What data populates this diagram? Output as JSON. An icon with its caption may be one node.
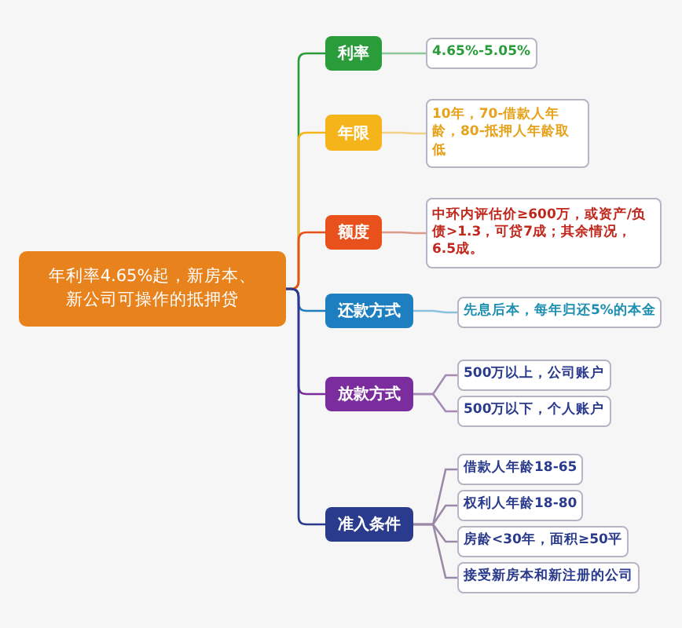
{
  "diagram": {
    "nodes": [
      {
        "text": [
          "年利率4.65%起，新房本、新公司可操作的抵押贷"
        ]
      },
      {
        "text": [
          "利率"
        ]
      },
      {
        "text": [
          "4.65%-5.05%"
        ]
      },
      {
        "text": [
          "年限"
        ]
      },
      {
        "text": [
          "10年，70-借款人年龄，80-抵押人年龄取低"
        ]
      },
      {
        "text": [
          "额度"
        ]
      },
      {
        "text": [
          "中环内评估价≥600万，或资产/负债>1.3，可贷7成；其余情况，6.5成。"
        ]
      },
      {
        "text": [
          "还款方式"
        ]
      },
      {
        "text": [
          "先息后本，每年归还5%的本金"
        ]
      },
      {
        "text": [
          "放款方式"
        ]
      },
      {
        "text": [
          "500万以上，公司账户"
        ]
      },
      {
        "text": [
          "500万以下，个人账户"
        ]
      },
      {
        "text": [
          "准入条件"
        ]
      },
      {
        "text": [
          "借款人年龄18-65"
        ]
      },
      {
        "text": [
          "权利人年龄18-80"
        ]
      },
      {
        "text": [
          "房龄<30年，面积≥50平"
        ]
      },
      {
        "text": [
          "接受新房本和新注册的公司"
        ]
      }
    ],
    "edges": [
      {
        "from": 0,
        "to": 1,
        "arrow": "none",
        "color": "#2a9d3a"
      },
      {
        "from": 0,
        "to": 3,
        "arrow": "none",
        "color": "#f4b41a"
      },
      {
        "from": 0,
        "to": 5,
        "arrow": "none",
        "color": "#e8501c"
      },
      {
        "from": 0,
        "to": 7,
        "arrow": "none",
        "color": "#1e7fc0"
      },
      {
        "from": 0,
        "to": 9,
        "arrow": "none",
        "color": "#7b2d9e"
      },
      {
        "from": 0,
        "to": 12,
        "arrow": "none",
        "color": "#2a3a8c"
      },
      {
        "from": 1,
        "to": 2,
        "arrow": "none",
        "color": "#8cc79a"
      },
      {
        "from": 3,
        "to": 4,
        "arrow": "none",
        "color": "#f2cf86"
      },
      {
        "from": 5,
        "to": 6,
        "arrow": "none",
        "color": "#d99a8a"
      },
      {
        "from": 7,
        "to": 8,
        "arrow": "none",
        "color": "#8cc0df"
      },
      {
        "from": 9,
        "to": 10,
        "arrow": "none",
        "color": "#a48ab4"
      },
      {
        "from": 9,
        "to": 11,
        "arrow": "none",
        "color": "#a48ab4"
      },
      {
        "from": 12,
        "to": 13,
        "arrow": "none",
        "color": "#9a8aa8"
      },
      {
        "from": 12,
        "to": 14,
        "arrow": "none",
        "color": "#9a8aa8"
      },
      {
        "from": 12,
        "to": 15,
        "arrow": "none",
        "color": "#9a8aa8"
      },
      {
        "from": 12,
        "to": 16,
        "arrow": "none",
        "color": "#9a8aa8"
      }
    ]
  }
}
